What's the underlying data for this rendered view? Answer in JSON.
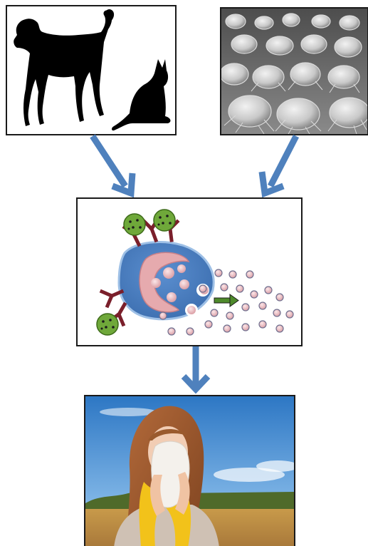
{
  "diagram": {
    "panels": [
      {
        "id": "pets",
        "icon": "dog-cat-silhouette-icon"
      },
      {
        "id": "dust-mites",
        "icon": "dust-mites-photo"
      },
      {
        "id": "mast-cell",
        "icon": "mast-cell-degranulation-icon"
      },
      {
        "id": "sneezing-person",
        "icon": "sneezing-person-photo"
      }
    ],
    "arrows": [
      {
        "from": "pets",
        "to": "mast-cell"
      },
      {
        "from": "dust-mites",
        "to": "mast-cell"
      },
      {
        "from": "mast-cell",
        "to": "sneezing-person"
      }
    ]
  },
  "colors": {
    "arrow": "#4f81bd",
    "cell": "#4a7fc1",
    "nucleus": "#e6aaae",
    "granule": "#ecc4c8",
    "antibody": "#7a1f2b",
    "allergen": "#6fa83a",
    "release_arrow": "#4e8a2b"
  }
}
